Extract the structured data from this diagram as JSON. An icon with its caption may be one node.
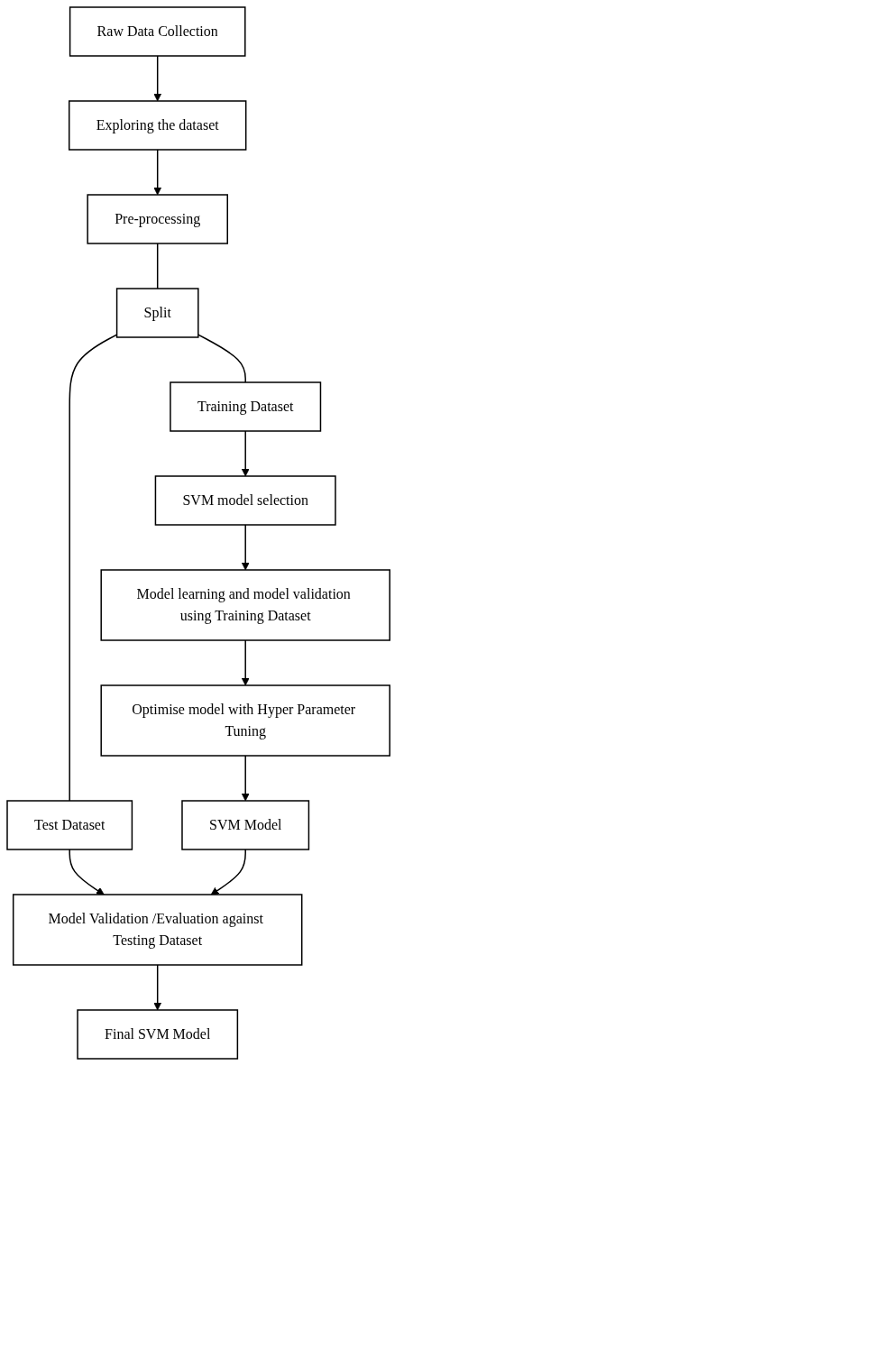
{
  "diagram": {
    "nodes": [
      {
        "text": [
          "Raw Data Collection"
        ]
      },
      {
        "text": [
          "Exploring the dataset"
        ]
      },
      {
        "text": [
          "Pre-processing"
        ]
      },
      {
        "text": [
          "Split"
        ]
      },
      {
        "text": [
          "Training Dataset"
        ]
      },
      {
        "text": [
          "Test Dataset"
        ]
      },
      {
        "text": [
          "SVM model selection"
        ]
      },
      {
        "text": [
          "Model learning and model validation using Training Dataset"
        ]
      },
      {
        "text": [
          "Optimise model with Hyper Parameter Tuning"
        ]
      },
      {
        "text": [
          "SVM Model"
        ]
      },
      {
        "text": [
          "Model Validation /Evaluation against Testing Dataset"
        ]
      },
      {
        "text": [
          "Final SVM Model"
        ]
      }
    ],
    "edges": [
      {
        "from": 0,
        "to": 1,
        "arrow": "to"
      },
      {
        "from": 1,
        "to": 2,
        "arrow": "to"
      },
      {
        "from": 2,
        "to": 3,
        "arrow": "none"
      },
      {
        "from": 3,
        "to": 4,
        "arrow": "none"
      },
      {
        "from": 3,
        "to": 5,
        "arrow": "none"
      },
      {
        "from": 4,
        "to": 6,
        "arrow": "to"
      },
      {
        "from": 6,
        "to": 7,
        "arrow": "to"
      },
      {
        "from": 7,
        "to": 8,
        "arrow": "to"
      },
      {
        "from": 8,
        "to": 9,
        "arrow": "to"
      },
      {
        "from": 5,
        "to": 10,
        "arrow": "to"
      },
      {
        "from": 9,
        "to": 10,
        "arrow": "to"
      },
      {
        "from": 10,
        "to": 11,
        "arrow": "to"
      }
    ]
  }
}
